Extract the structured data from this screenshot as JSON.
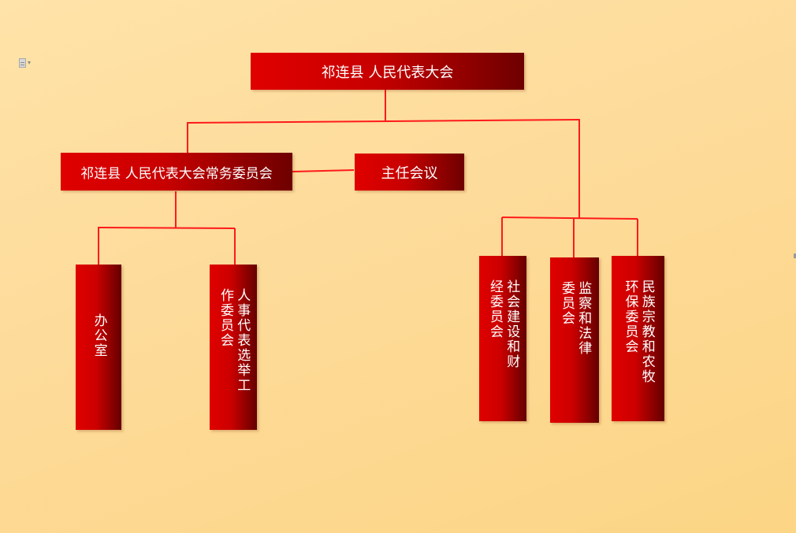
{
  "chart": {
    "root": "祁连县 人民代表大会",
    "standing_committee": "祁连县 人民代表大会常务委员会",
    "directors_meeting": "主任会议",
    "office": "办公室",
    "personnel_committee": "人事代表选举工作委员会",
    "social_finance_committee": "社会建设和财经委员会",
    "supervision_law_committee": "监察和法律委员会",
    "ethnic_religion_committee": "民族宗教和农牧环保委员会"
  },
  "colors": {
    "line": "#ff1a1a",
    "box_start": "#e00000",
    "box_end": "#6e0000",
    "background": "#fddb9a"
  },
  "icons": [
    "document-icon",
    "dropdown-caret-icon"
  ]
}
